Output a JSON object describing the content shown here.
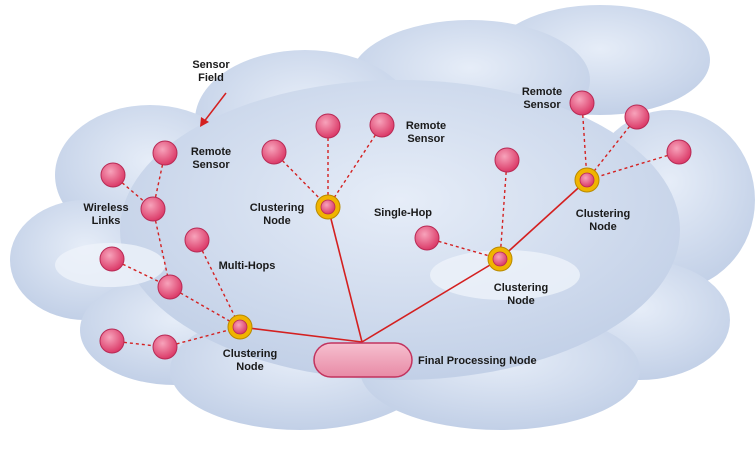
{
  "labels": {
    "sensor_field": [
      "Sensor",
      "Field"
    ],
    "remote_sensor_left": [
      "Remote",
      "Sensor"
    ],
    "remote_sensor_mid": [
      "Remote",
      "Sensor"
    ],
    "remote_sensor_right": [
      "Remote",
      "Sensor"
    ],
    "wireless_links": [
      "Wireless",
      "Links"
    ],
    "multi_hops": "Multi-Hops",
    "clustering_node_top": [
      "Clustering",
      "Node"
    ],
    "single_hop": "Single-Hop",
    "clustering_node_right": [
      "Clustering",
      "Node"
    ],
    "clustering_node_mid": [
      "Clustering",
      "Node"
    ],
    "clustering_node_bottom": [
      "Clustering",
      "Node"
    ],
    "final_processing_node": "Final Processing Node"
  },
  "colors": {
    "sensor_fill": "#e8507a",
    "link_color": "#d42020",
    "cluster_ring": "#f0b400",
    "cloud_fill": "#c9d7ec",
    "cloud_stroke": "#a9bcd8"
  }
}
